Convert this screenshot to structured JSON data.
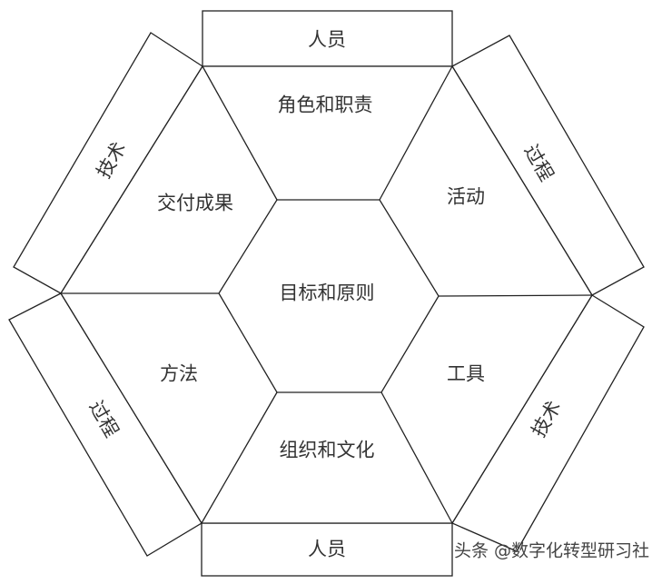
{
  "segments": {
    "center": "目标和原则",
    "top": "角色和职责",
    "upper_right": "活动",
    "lower_right": "工具",
    "bottom": "组织和文化",
    "lower_left": "方法",
    "upper_left": "交付成果"
  },
  "outer_panels": {
    "top": "人员",
    "upper_right": "过程",
    "lower_right": "技术",
    "bottom": "人员",
    "lower_left": "过程",
    "upper_left": "技术"
  },
  "watermark": "头条 @数字化转型研习社",
  "colors": {
    "stroke": "#222222",
    "text": "#333333",
    "background": "#ffffff"
  }
}
